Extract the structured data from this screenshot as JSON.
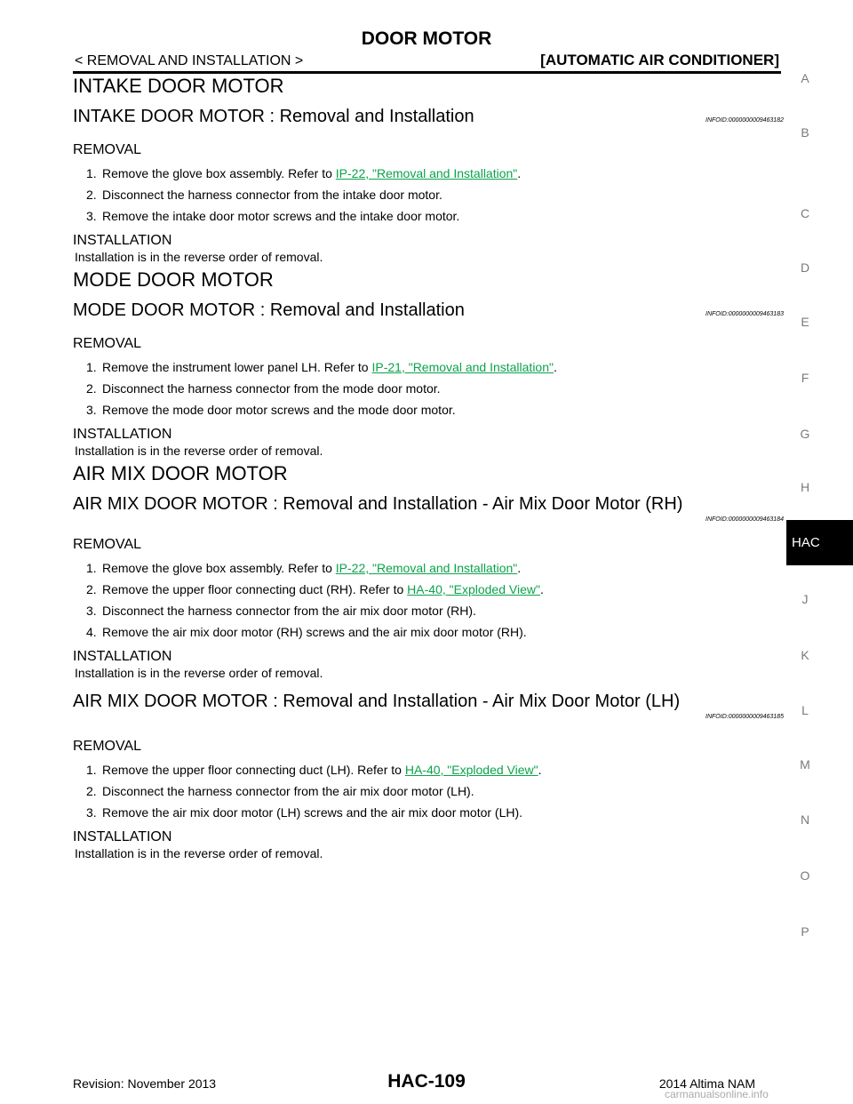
{
  "header": {
    "title": "DOOR MOTOR",
    "left": "< REMOVAL AND INSTALLATION >",
    "right": "[AUTOMATIC AIR CONDITIONER]"
  },
  "side_index": {
    "letters": [
      "A",
      "B",
      "C",
      "D",
      "E",
      "F",
      "G",
      "H",
      "J",
      "K",
      "L",
      "M",
      "N",
      "O",
      "P"
    ],
    "active": "HAC"
  },
  "sections": {
    "intake": {
      "title": "INTAKE DOOR MOTOR",
      "sub_title": "INTAKE DOOR MOTOR : Removal and Installation",
      "infoid": "INFOID:0000000009463182",
      "removal_label": "REMOVAL",
      "steps": [
        {
          "num": "1.",
          "text": "Remove the glove box assembly. Refer to ",
          "link": "IP-22, \"Removal and Installation\"",
          "after": "."
        },
        {
          "num": "2.",
          "text": "Disconnect the harness connector from the intake door motor.",
          "link": "",
          "after": ""
        },
        {
          "num": "3.",
          "text": "Remove the intake door motor screws and the intake door motor.",
          "link": "",
          "after": ""
        }
      ],
      "installation_label": "INSTALLATION",
      "installation_text": "Installation is in the reverse order of removal."
    },
    "mode": {
      "title": "MODE DOOR MOTOR",
      "sub_title": "MODE DOOR MOTOR : Removal and Installation",
      "infoid": "INFOID:0000000009463183",
      "removal_label": "REMOVAL",
      "steps": [
        {
          "num": "1.",
          "text": "Remove the instrument lower panel LH. Refer to ",
          "link": "IP-21, \"Removal and Installation\"",
          "after": "."
        },
        {
          "num": "2.",
          "text": "Disconnect the harness connector from the mode door motor.",
          "link": "",
          "after": ""
        },
        {
          "num": "3.",
          "text": "Remove the mode door motor screws and the mode door motor.",
          "link": "",
          "after": ""
        }
      ],
      "installation_label": "INSTALLATION",
      "installation_text": "Installation is in the reverse order of removal."
    },
    "airmix": {
      "title": "AIR MIX DOOR MOTOR",
      "rh": {
        "sub_title": "AIR MIX DOOR MOTOR : Removal and Installation - Air Mix Door Motor (RH)",
        "infoid": "INFOID:0000000009463184",
        "removal_label": "REMOVAL",
        "steps": [
          {
            "num": "1.",
            "text": "Remove the glove box assembly. Refer to ",
            "link": "IP-22, \"Removal and Installation\"",
            "after": "."
          },
          {
            "num": "2.",
            "text": "Remove the upper floor connecting duct (RH). Refer to ",
            "link": "HA-40, \"Exploded View\"",
            "after": "."
          },
          {
            "num": "3.",
            "text": "Disconnect the harness connector from the air mix door motor (RH).",
            "link": "",
            "after": ""
          },
          {
            "num": "4.",
            "text": "Remove the air mix door motor (RH) screws and the air mix door motor (RH).",
            "link": "",
            "after": ""
          }
        ],
        "installation_label": "INSTALLATION",
        "installation_text": "Installation is in the reverse order of removal."
      },
      "lh": {
        "sub_title": "AIR MIX DOOR MOTOR : Removal and Installation - Air Mix Door Motor (LH)",
        "infoid": "INFOID:0000000009463185",
        "removal_label": "REMOVAL",
        "steps": [
          {
            "num": "1.",
            "text": "Remove the upper floor connecting duct (LH). Refer to ",
            "link": "HA-40, \"Exploded View\"",
            "after": "."
          },
          {
            "num": "2.",
            "text": "Disconnect the harness connector from the air mix door motor (LH).",
            "link": "",
            "after": ""
          },
          {
            "num": "3.",
            "text": "Remove the air mix door motor (LH) screws and the air mix door motor (LH).",
            "link": "",
            "after": ""
          }
        ],
        "installation_label": "INSTALLATION",
        "installation_text": "Installation is in the reverse order of removal."
      }
    }
  },
  "footer": {
    "revision": "Revision: November 2013",
    "page": "HAC-109",
    "model": "2014 Altima NAM",
    "watermark": "carmanualsonline.info"
  },
  "colors": {
    "link": "#0aa34a",
    "side_letter": "#7a7a7a",
    "active_tab_bg": "#000000"
  }
}
